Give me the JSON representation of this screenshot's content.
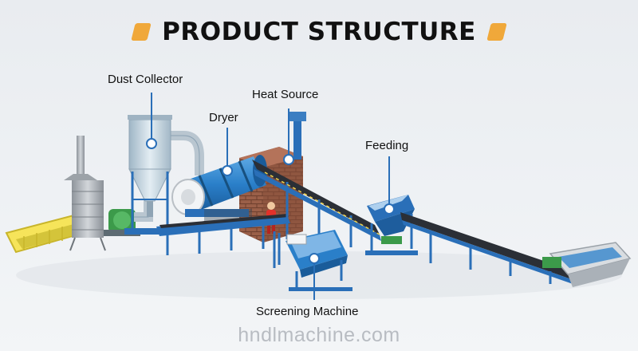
{
  "title": "PRODUCT STRUCTURE",
  "labels": {
    "dust_collector": "Dust Collector",
    "heat_source": "Heat Source",
    "dryer": "Dryer",
    "feeding": "Feeding",
    "screening_machine": "Screening Machine"
  },
  "footer_url": "hndlmachine.com",
  "colors": {
    "accent_orange": "#f0a83a",
    "machine_blue": "#2a7fc9",
    "conveyor_dark": "#2b2f36",
    "pointer_blue": "#2a6fb8"
  }
}
